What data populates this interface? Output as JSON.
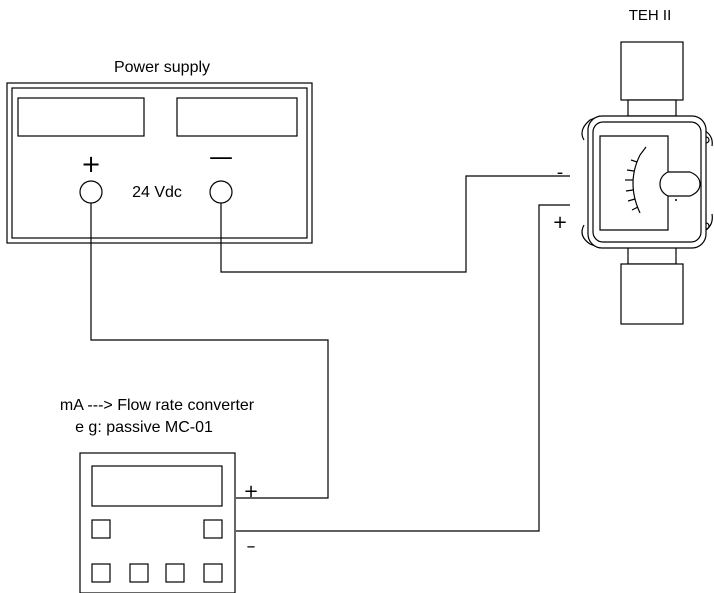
{
  "power_supply": {
    "title": "Power supply",
    "plus_sign": "+",
    "minus_sign": "—",
    "voltage": "24 Vdc"
  },
  "meter": {
    "title": "TEH II",
    "minus_sign": "-",
    "plus_sign": "+"
  },
  "converter": {
    "title_line1": "mA ---> Flow rate converter",
    "title_line2": "e g: passive MC-01",
    "plus_sign": "+",
    "minus_sign": "–"
  }
}
